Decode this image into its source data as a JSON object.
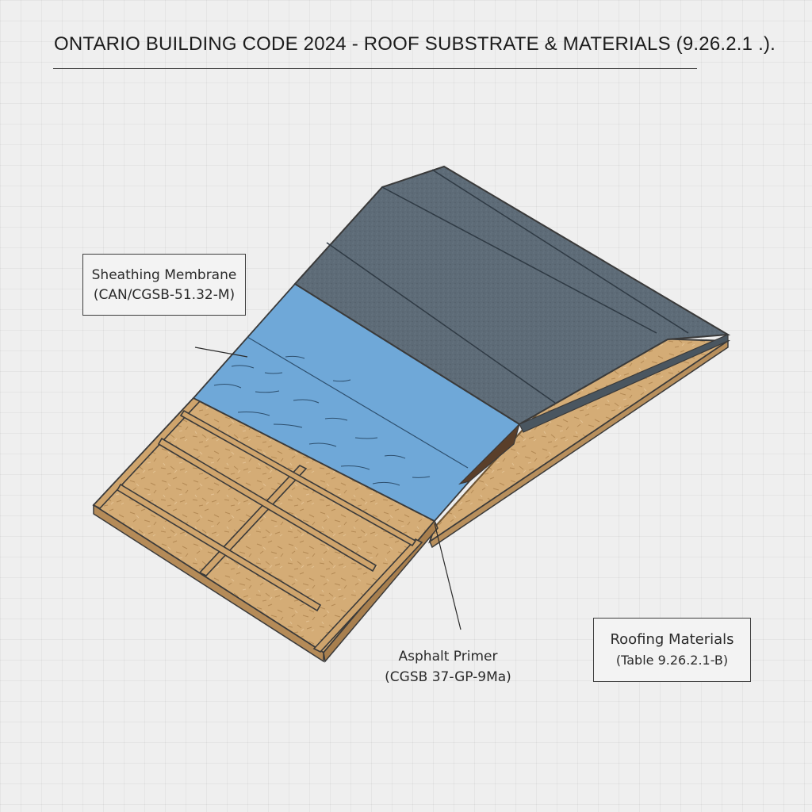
{
  "page": {
    "title": "ONTARIO BUILDING CODE 2024 - ROOF SUBSTRATE & MATERIALS (9.26.2.1 .)."
  },
  "labels": {
    "sheathing_membrane": {
      "name": "Sheathing Membrane",
      "standard": "(CAN/CGSB-51.32-M)"
    },
    "asphalt_primer": {
      "name": "Asphalt Primer",
      "standard": "(CGSB 37-GP-9Ma)"
    },
    "roofing_materials": {
      "name": "Roofing Materials",
      "reference": "(Table 9.26.2.1-B)"
    }
  },
  "colors": {
    "background": "#efefef",
    "shingles": "#5d6b77",
    "membrane": "#6fa8d8",
    "osb": "#d4ac76",
    "outline": "#3a3a3a"
  }
}
